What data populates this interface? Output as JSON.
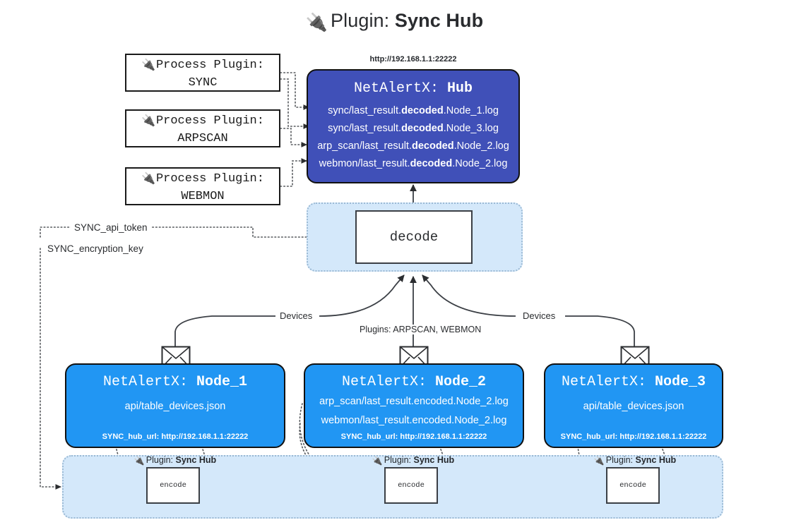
{
  "title": {
    "icon": "🔌",
    "prefix": "Plugin:",
    "name": "Sync Hub"
  },
  "process_plugins": [
    {
      "icon": "🔌",
      "line1": "Process Plugin:",
      "line2": "SYNC"
    },
    {
      "icon": "🔌",
      "line1": "Process Plugin:",
      "line2": "ARPSCAN"
    },
    {
      "icon": "🔌",
      "line1": "Process Plugin:",
      "line2": "WEBMON"
    }
  ],
  "hub": {
    "url": "http://192.168.1.1:22222",
    "title_prefix": "NetAlertX:",
    "title_name": "Hub",
    "files": [
      {
        "pre": "sync/last_result.",
        "mid": "decoded",
        "post": ".Node_1.log"
      },
      {
        "pre": "sync/last_result.",
        "mid": "decoded",
        "post": ".Node_3.log"
      },
      {
        "pre": "arp_scan/last_result.",
        "mid": "decoded",
        "post": ".Node_2.log"
      },
      {
        "pre": "webmon/last_result.",
        "mid": "decoded",
        "post": ".Node_2.log"
      }
    ]
  },
  "decode": {
    "label": "decode"
  },
  "tokens": [
    {
      "label": "SYNC_api_token"
    },
    {
      "label": "SYNC_encryption_key"
    }
  ],
  "edge_labels": {
    "devices_left": "Devices",
    "plugins_center": "Plugins: ARPSCAN, WEBMON",
    "devices_right": "Devices"
  },
  "nodes": [
    {
      "title_prefix": "NetAlertX:",
      "title_name": "Node_1",
      "lines": [
        "api/table_devices.json"
      ],
      "footer": "SYNC_hub_url: http://192.168.1.1:22222",
      "icon": "envelope-icon"
    },
    {
      "title_prefix": "NetAlertX:",
      "title_name": "Node_2",
      "lines": [
        "arp_scan/last_result.encoded.Node_2.log",
        "webmon/last_result.encoded.Node_2.log"
      ],
      "footer": "SYNC_hub_url: http://192.168.1.1:22222",
      "icon": "envelope-icon"
    },
    {
      "title_prefix": "NetAlertX:",
      "title_name": "Node_3",
      "lines": [
        "api/table_devices.json"
      ],
      "footer": "SYNC_hub_url: http://192.168.1.1:22222",
      "icon": "envelope-icon"
    }
  ],
  "encoders": [
    {
      "icon": "🔌",
      "label_prefix": "Plugin:",
      "label_name": "Sync Hub",
      "box": "encode"
    },
    {
      "icon": "🔌",
      "label_prefix": "Plugin:",
      "label_name": "Sync Hub",
      "box": "encode"
    },
    {
      "icon": "🔌",
      "label_prefix": "Plugin:",
      "label_name": "Sync Hub",
      "box": "encode"
    }
  ],
  "colors": {
    "hub_fill": "#4050b8",
    "node_fill": "#2196f3",
    "group_fill": "#d4e8fa",
    "group_border": "#9ab9d4",
    "stroke": "#3b3f45"
  }
}
